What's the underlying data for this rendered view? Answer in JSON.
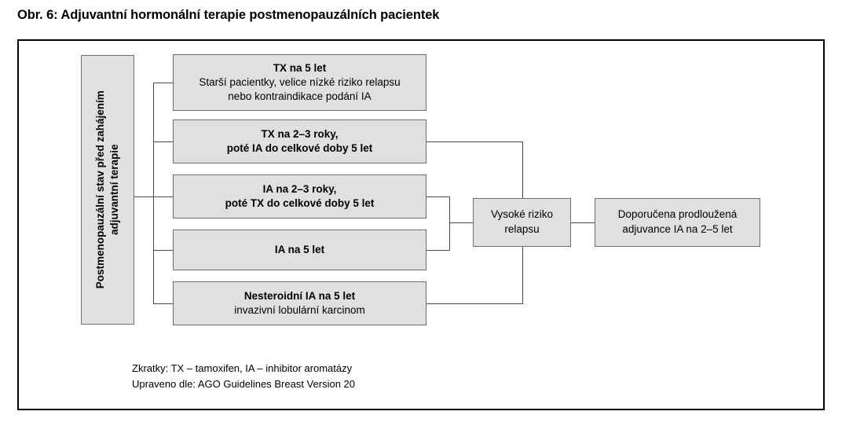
{
  "title": "Obr. 6: Adjuvantní hormonální terapie postmenopauzálních pacientek",
  "source_label": {
    "line1": "Postmenopauzální stav před zahájením",
    "line2": "adjuvantní terapie"
  },
  "options": [
    {
      "heading": "TX na 5 let",
      "line2": "Starší pacientky, velice nízké riziko relapsu",
      "line3": "nebo kontraindikace podání IA"
    },
    {
      "heading": "TX na 2–3 roky,",
      "line2": "poté IA do celkové doby 5 let",
      "line3": ""
    },
    {
      "heading": "IA na 2–3 roky,",
      "line2": "poté TX do celkové doby 5 let",
      "line3": ""
    },
    {
      "heading": "IA na 5 let",
      "line2": "",
      "line3": ""
    },
    {
      "heading": "Nesteroidní IA na 5 let",
      "line2": "invazivní lobulární karcinom",
      "line3": ""
    }
  ],
  "risk_box": {
    "line1": "Vysoké riziko",
    "line2": "relapsu"
  },
  "recommendation_box": {
    "line1": "Doporučena prodloužená",
    "line2": "adjuvance IA na 2–5 let"
  },
  "footnotes": {
    "line1": "Zkratky: TX – tamoxifen, IA – inhibitor aromatázy",
    "line2": "Upraveno dle: AGO Guidelines Breast Version 20"
  },
  "colors": {
    "box_fill": "#e0e0e0",
    "box_border": "#6e6e6e",
    "frame_border": "#000000",
    "connector": "#4a4a4a",
    "text": "#000000"
  }
}
